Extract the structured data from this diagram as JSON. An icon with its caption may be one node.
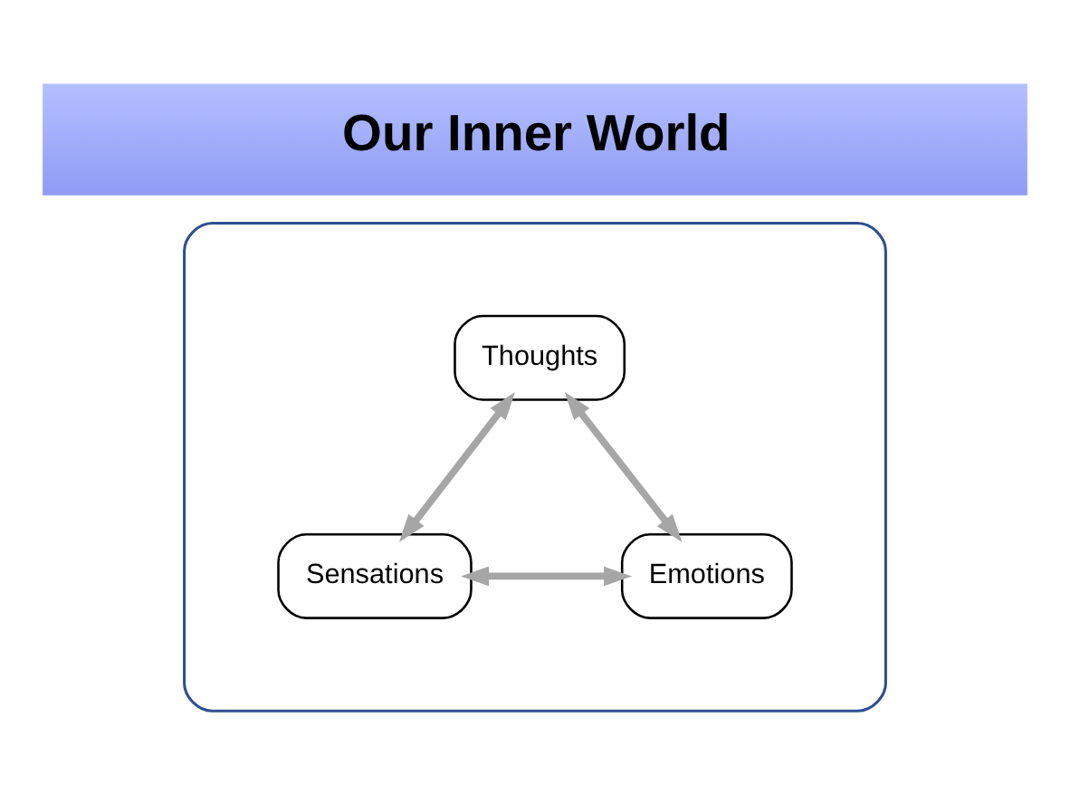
{
  "diagram": {
    "title": "Our Inner World",
    "nodes": [
      {
        "text": [],
        "shape": "ellipse"
      },
      {
        "text": [
          "Thoughts"
        ],
        "in": 0
      },
      {
        "text": [
          "Sensations"
        ],
        "in": 0
      },
      {
        "text": [
          "Emotions"
        ],
        "in": 0
      }
    ],
    "edges": [
      {
        "from": 2,
        "to": 1,
        "arrow": "both",
        "color": "#a6a6a6"
      },
      {
        "from": 1,
        "to": 3,
        "arrow": "both",
        "color": "#a6a6a6"
      },
      {
        "from": 2,
        "to": 3,
        "arrow": "both",
        "color": "#a6a6a6"
      }
    ]
  }
}
